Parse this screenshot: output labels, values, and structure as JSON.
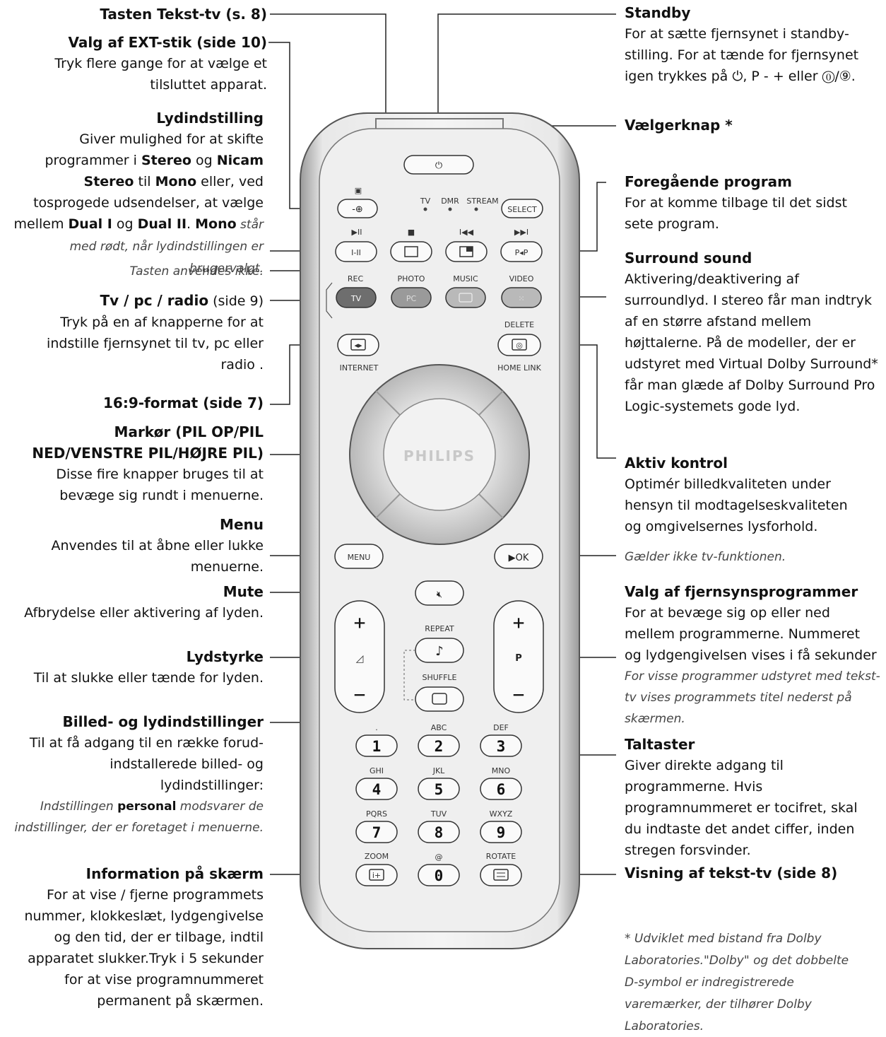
{
  "left": {
    "teletext": {
      "title": "Tasten Tekst-tv (s. 8)"
    },
    "ext": {
      "title": "Valg af EXT-stik (side 10)",
      "desc": "Tryk flere gange for at vælge et tilsluttet apparat."
    },
    "sound": {
      "title": "Lydindstilling",
      "p1": "Giver mulighed for at skifte programmer i ",
      "stereo": "Stereo",
      "og1": " og ",
      "nicam": "Nicam Stereo",
      "p2": " til ",
      "mono": "Mono",
      "p3": " eller, ved tosprogede udsendelser, at vælge mellem ",
      "dual1": "Dual I",
      "og2": " og ",
      "dual2": "Dual II",
      "dot": ". ",
      "mono2": "Mono",
      "note": " står med rødt, når lydindstillingen er brugervalgt."
    },
    "unused": {
      "text": "Tasten anvendes ikke."
    },
    "tvpc": {
      "title": "Tv / pc / radio",
      "suffix": " (side 9)",
      "desc": "Tryk på en af knapperne for at indstille fjernsynet til tv, pc eller radio ."
    },
    "format": {
      "title": "16:9-format (side 7)"
    },
    "cursor": {
      "title": "Markør (PIL OP/PIL NED/VENSTRE PIL/HØJRE PIL)",
      "desc": "Disse fire knapper bruges til at bevæge sig rundt i menuerne."
    },
    "menu": {
      "title": "Menu",
      "desc": "Anvendes til at åbne eller lukke menuerne."
    },
    "mute": {
      "title": "Mute",
      "desc": "Afbrydelse eller aktivering af lyden."
    },
    "volume": {
      "title": "Lydstyrke",
      "desc": "Til at slukke eller tænde for lyden."
    },
    "picsound": {
      "title": "Billed- og lydindstillinger",
      "desc": "Til at få adgang til en række forud-indstallerede billed- og lydindstillinger:",
      "note1": "Indstillingen ",
      "personal": "personal",
      "note2": " modsvarer de indstillinger, der er foretaget i menuerne."
    },
    "info": {
      "title": "Information på skærm",
      "desc": "For at vise / fjerne programmets nummer, klokkeslæt, lydgengivelse og den tid, der er tilbage, indtil apparatet slukker.Tryk i 5 sekunder for at vise programnummeret permanent på skærmen."
    }
  },
  "right": {
    "standby": {
      "title": "Standby",
      "desc": "For at sætte fjernsynet i standby-stilling. For at tænde for fjernsynet igen trykkes på ⏻, P - + eller ⓪/⑨."
    },
    "selector": {
      "title": "Vælgerknap *"
    },
    "previous": {
      "title": "Foregående program",
      "desc": "For at komme tilbage til det sidst sete program."
    },
    "surround": {
      "title": "Surround sound",
      "desc": "Aktivering/deaktivering af surroundlyd. I stereo får man indtryk af en større afstand mellem højttalerne. På de modeller, der er udstyret med Virtual Dolby Surround* får man glæde af Dolby Surround Pro Logic-systemets gode lyd."
    },
    "active": {
      "title": "Aktiv kontrol",
      "desc": "Optimér billedkvaliteten under hensyn til modtagelseskvaliteten og omgivelsernes lysforhold."
    },
    "notv": {
      "text": "Gælder ikke tv-funktionen."
    },
    "channels": {
      "title": "Valg af fjernsynsprogrammer",
      "desc": "For at bevæge sig op eller ned mellem programmerne. Nummeret og lydgengivelsen vises i få sekunder",
      "note": "For visse programmer udstyret med tekst-tv vises programmets titel nederst på skærmen."
    },
    "digits": {
      "title": "Taltaster",
      "desc": "Giver direkte adgang til programmerne. Hvis programnummeret er tocifret, skal du indtaste det andet ciffer, inden stregen forsvinder."
    },
    "teletextview": {
      "title": "Visning af tekst-tv (side 8)"
    },
    "footnote": {
      "text": "* Udviklet med bistand fra Dolby Laboratories.\"Dolby\" og det dobbelte D-symbol er indregistrerede varemærker, der tilhører Dolby Laboratories."
    }
  },
  "remote": {
    "source_labels": [
      "TV",
      "DMR",
      "STREAM"
    ],
    "select": "SELECT",
    "ext_key": "-⊕",
    "sound_key": "I-II",
    "pp_key": "P◂P",
    "mode_labels": [
      "REC",
      "PHOTO",
      "MUSIC",
      "VIDEO"
    ],
    "tv_key": "TV",
    "pc_key": "PC",
    "delete": "DELETE",
    "internet": "INTERNET",
    "homelink": "HOME LINK",
    "brand": "PHILIPS",
    "menu_key": "MENU",
    "ok_key": "▶OK",
    "repeat": "REPEAT",
    "shuffle": "SHUFFLE",
    "plus": "+",
    "minus": "−",
    "p_key": "P",
    "digits": [
      {
        "n": "1",
        "l": "."
      },
      {
        "n": "2",
        "l": "ABC"
      },
      {
        "n": "3",
        "l": "DEF"
      },
      {
        "n": "4",
        "l": "GHI"
      },
      {
        "n": "5",
        "l": "JKL"
      },
      {
        "n": "6",
        "l": "MNO"
      },
      {
        "n": "7",
        "l": "PQRS"
      },
      {
        "n": "8",
        "l": "TUV"
      },
      {
        "n": "9",
        "l": "WXYZ"
      },
      {
        "n": "0",
        "l": "@"
      }
    ],
    "zoom": "ZOOM",
    "rotate": "ROTATE",
    "colors": {
      "body": "#ececec",
      "rim": "#888888",
      "dark_key": "#6e6e6e",
      "pc_key": "#9a9a9a",
      "light_key": "#b9b9b9"
    }
  }
}
